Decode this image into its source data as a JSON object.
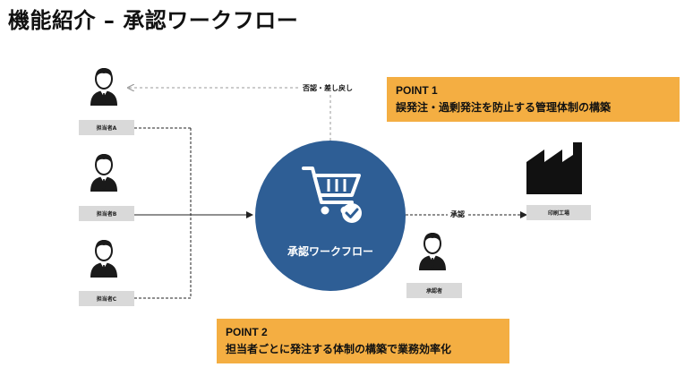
{
  "title": "機能紹介 – 承認ワークフロー",
  "requesters": [
    {
      "label": "担当者A",
      "icon": "person-icon"
    },
    {
      "label": "担当者B",
      "icon": "person-icon"
    },
    {
      "label": "担当者C",
      "icon": "person-icon"
    }
  ],
  "approver": {
    "label": "承認者",
    "icon": "person-icon"
  },
  "workflow": {
    "label": "承認ワークフロー",
    "icon": "shopping-cart-check-icon",
    "color": "#2e5e95"
  },
  "factory": {
    "label": "印刷工場",
    "icon": "factory-icon"
  },
  "edges": {
    "reject_label": "否認・差し戻し",
    "approve_label": "承認"
  },
  "points": [
    {
      "heading": "POINT 1",
      "text": "誤発注・過剰発注を防止する管理体制の構築"
    },
    {
      "heading": "POINT 2",
      "text": "担当者ごとに発注する体制の構築で業務効率化"
    }
  ],
  "colors": {
    "accent": "#f4ae42",
    "circle": "#2e5e95",
    "label_bg": "#d9d9d9"
  }
}
